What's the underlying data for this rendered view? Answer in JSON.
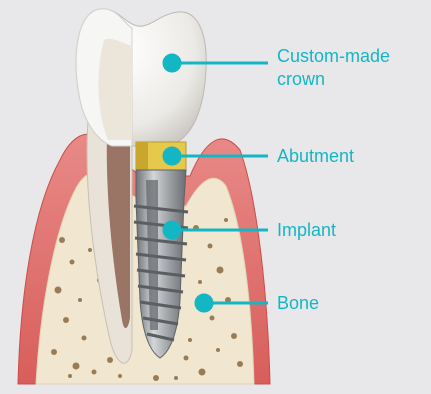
{
  "labels": {
    "crown_line1": "Custom-made",
    "crown_line2": "crown",
    "abutment": "Abutment",
    "implant": "Implant",
    "bone": "Bone"
  },
  "colors": {
    "background": "#e8e8ea",
    "accent": "#14b6c4",
    "gum": "#e06a67",
    "bone": "#f1e6cf",
    "crown": "#f4f4f2",
    "abutment": "#e6c84a",
    "implant": "#9ea0a3"
  }
}
